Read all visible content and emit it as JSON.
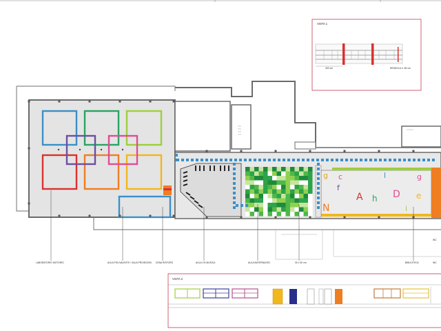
{
  "drawing": {
    "vista1": {
      "title": "VISTA 1",
      "dim_left": "400 cm",
      "scale": "SEDDOLA h. 55 cm"
    },
    "vista2": {
      "title": "VISTA 2"
    },
    "callouts": [
      {
        "id": "palestra",
        "text": "LABORATORIO MOTORIO"
      },
      {
        "id": "aula-polivalente",
        "text": "AULA POLIVALENTE / SALA PROIEZIONI"
      },
      {
        "id": "zona-ristoro",
        "text": "ZONA RISTORO"
      },
      {
        "id": "aula-ch",
        "text": "AULA CH-MUSICA"
      },
      {
        "id": "aula-ambiente",
        "text": "AULA MATERNA/SCI"
      },
      {
        "id": "dim",
        "text": "30 x 30 cm"
      },
      {
        "id": "biblioteca",
        "text": "BIBLIOTECA"
      },
      {
        "id": "edge1",
        "text": "INC"
      },
      {
        "id": "edge2",
        "text": "INC"
      }
    ],
    "floor_letters": [
      "g",
      "c",
      "l",
      "f",
      "A",
      "h",
      "D",
      "g",
      "N",
      "i",
      "e"
    ],
    "colors": {
      "cyan": "#3a8fc8",
      "green": "#27a463",
      "lime": "#9dcf3b",
      "red": "#d9312e",
      "orange": "#ef7d22",
      "yellow": "#f2b71b",
      "purple": "#6b4fa0",
      "pink": "#e04c91",
      "wall": "#7a7a7a",
      "floor": "#e2e2e2",
      "title_box": "#c63a55"
    }
  }
}
